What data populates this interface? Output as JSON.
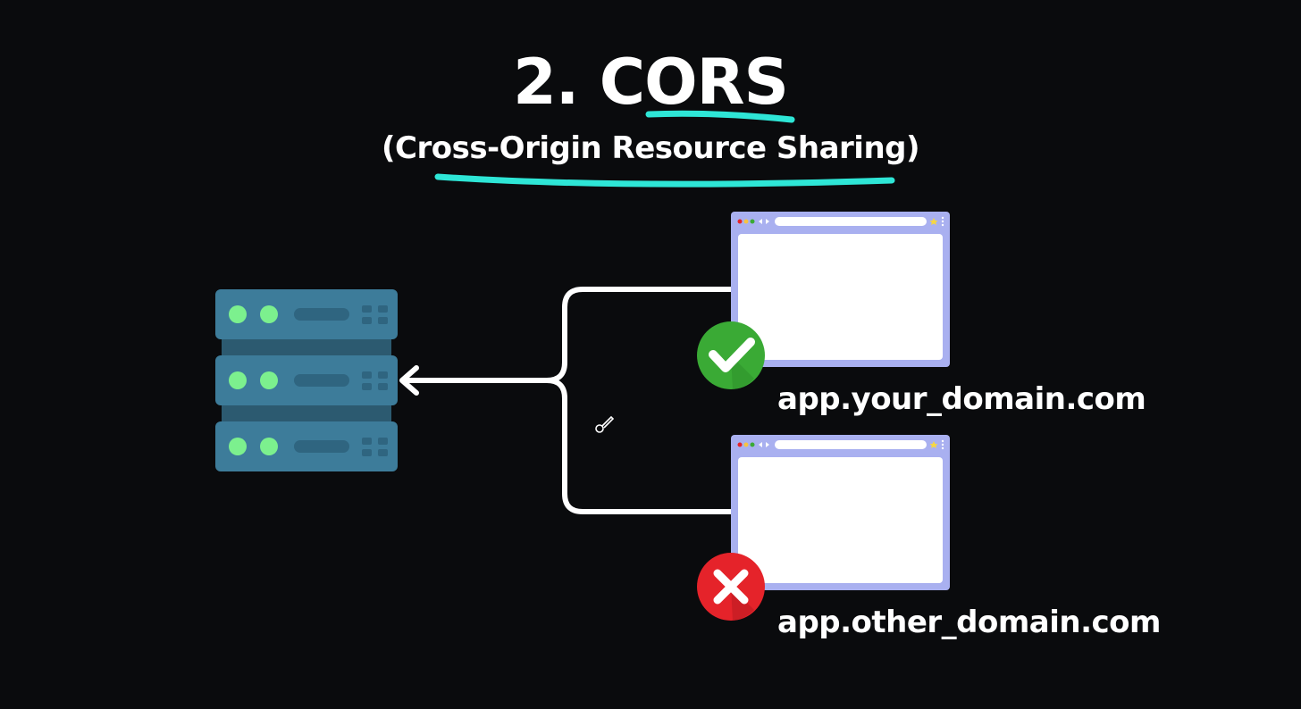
{
  "title": "2. CORS",
  "subtitle": "(Cross-Origin Resource Sharing)",
  "clients": [
    {
      "domain": "app.your_domain.com",
      "status": "allowed"
    },
    {
      "domain": "app.other_domain.com",
      "status": "blocked"
    }
  ],
  "colors": {
    "background": "#0a0b0d",
    "accent_underline": "#2ee6d6",
    "server_body": "#3d7c9a",
    "server_gap": "#2c5a70",
    "server_led": "#7cf08e",
    "browser_frame": "#a9b0f0",
    "allowed": "#3aaa35",
    "blocked": "#e5232a",
    "arrow": "#ffffff"
  },
  "icons": [
    "server-rack-icon",
    "browser-window-icon",
    "checkmark-icon",
    "cross-icon",
    "cursor-icon"
  ]
}
